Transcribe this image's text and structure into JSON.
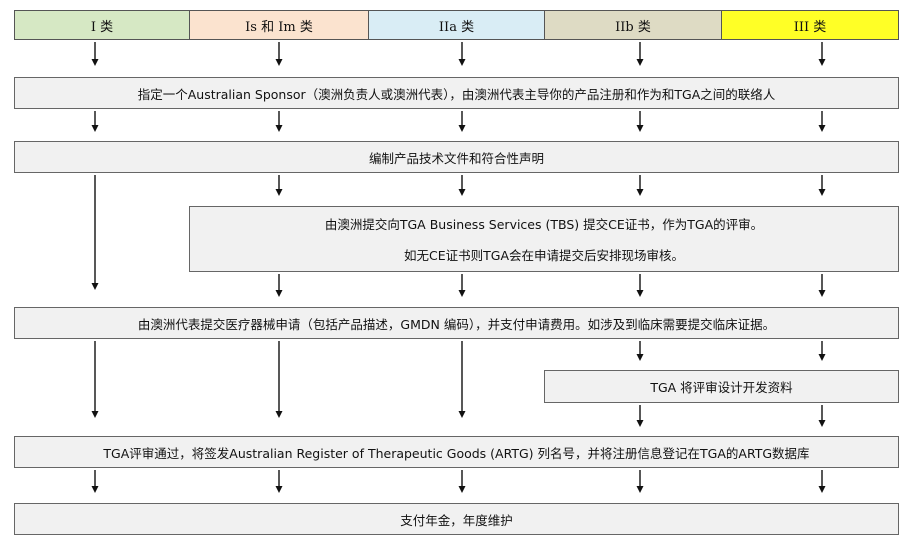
{
  "classes": [
    {
      "label": "I 类",
      "color": "#d6e8c4"
    },
    {
      "label": "Is 和 Im 类",
      "color": "#fbe3cf"
    },
    {
      "label": "IIa 类",
      "color": "#d9edf5"
    },
    {
      "label": "IIb 类",
      "color": "#dedbc4"
    },
    {
      "label": "III 类",
      "color": "#ffff26"
    }
  ],
  "steps": {
    "sponsor": "指定一个Australian Sponsor（澳洲负责人或澳洲代表），由澳洲代表主导你的产品注册和作为和TGA之间的联络人",
    "tech_file": "编制产品技术文件和符合性声明",
    "ce_line1": "由澳洲提交向TGA Business Services (TBS) 提交CE证书，作为TGA的评审。",
    "ce_line2": "如无CE证书则TGA会在申请提交后安排现场审核。",
    "application": "由澳洲代表提交医疗器械申请（包括产品描述，GMDN 编码），并支付申请费用。如涉及到临床需要提交临床证据。",
    "design_review": "TGA 将评审设计开发资料",
    "artg": "TGA评审通过，将签发Australian Register of Therapeutic Goods (ARTG) 列名号，并将注册信息登记在TGA的ARTG数据库",
    "annual": "支付年金，年度维护"
  }
}
